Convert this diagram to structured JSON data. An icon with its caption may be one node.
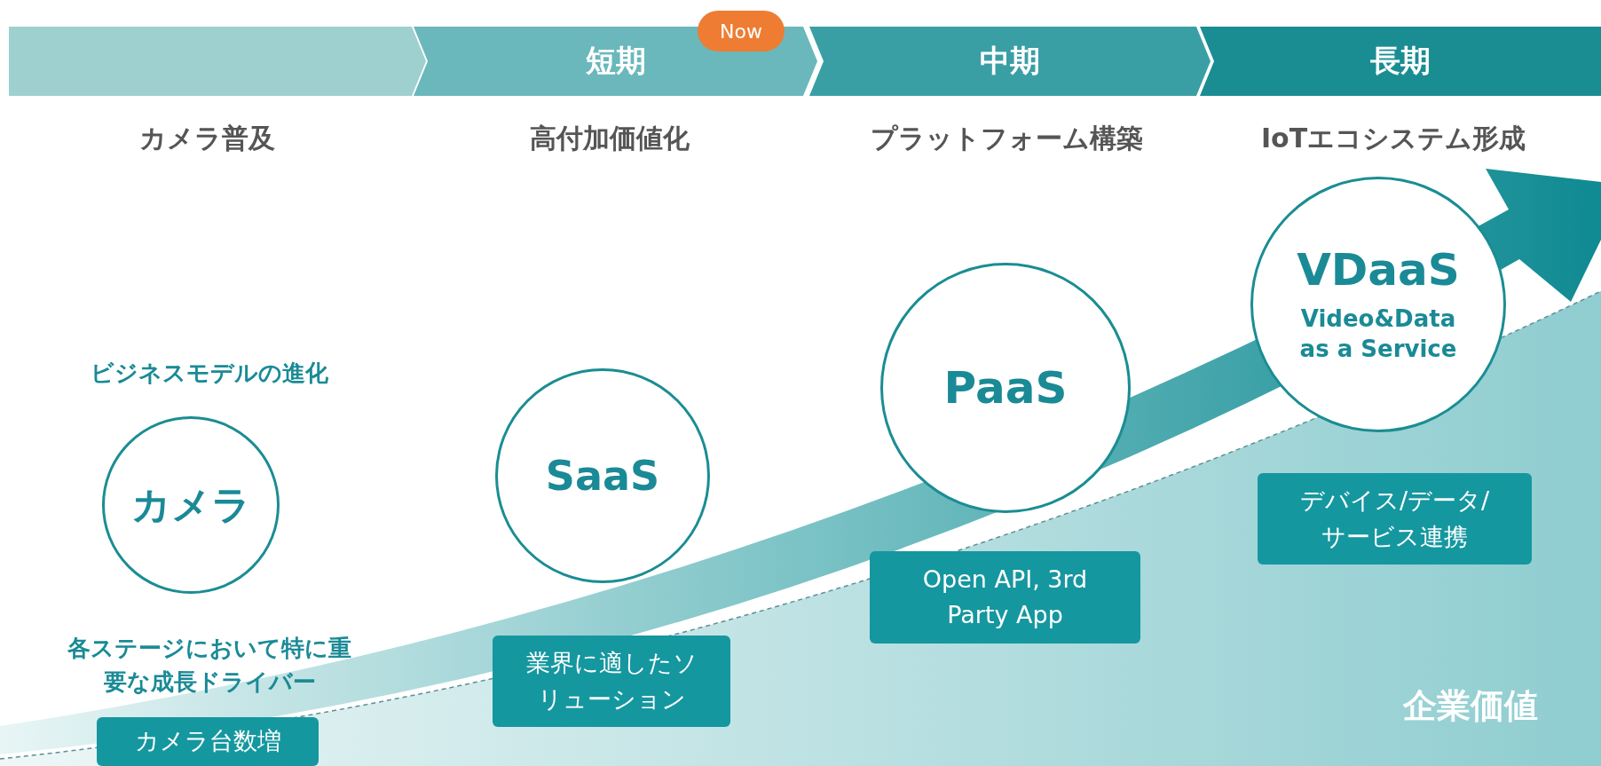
{
  "diagram": {
    "nodes": [
      {
        "text": [],
        "shape": "chevron"
      },
      {
        "text": [
          "短期"
        ]
      },
      {
        "text": [
          "Now"
        ]
      },
      {
        "text": [
          "中期"
        ]
      },
      {
        "text": [
          "長期"
        ]
      },
      {
        "text": [
          "カメラ"
        ]
      },
      {
        "text": [
          "SaaS"
        ]
      },
      {
        "text": [
          "PaaS"
        ]
      },
      {
        "text": [
          "VDaaS",
          "Video&Data as a Service"
        ]
      },
      {
        "text": [
          "カメラ台数増"
        ]
      },
      {
        "text": [
          "業界に適したソリューション"
        ]
      },
      {
        "text": [
          "Open API, 3rd Party App"
        ]
      },
      {
        "text": [
          "デバイス/データ/サービス連携"
        ]
      }
    ],
    "labels": [
      "カメラ普及",
      "高付加価値化",
      "プラットフォーム構築",
      "IoTエコシステム形成",
      "ビジネスモデルの進化",
      "各ステージにおいて特に重要な成長ドライバー",
      "企業価値"
    ]
  }
}
